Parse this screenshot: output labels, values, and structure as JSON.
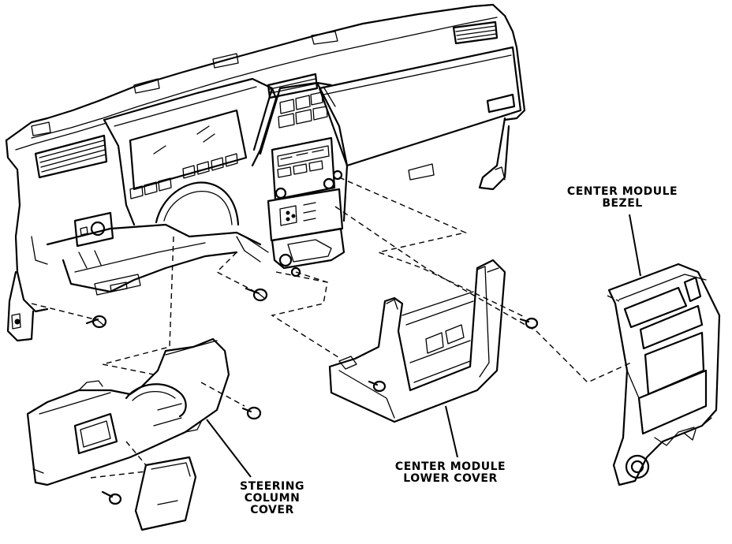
{
  "labels": {
    "bezel_line1": "CENTER MODULE",
    "bezel_line2": "BEZEL",
    "lower_line1": "CENTER MODULE",
    "lower_line2": "LOWER COVER",
    "steer_line1": "STEERING",
    "steer_line2": "COLUMN",
    "steer_line3": "COVER"
  }
}
